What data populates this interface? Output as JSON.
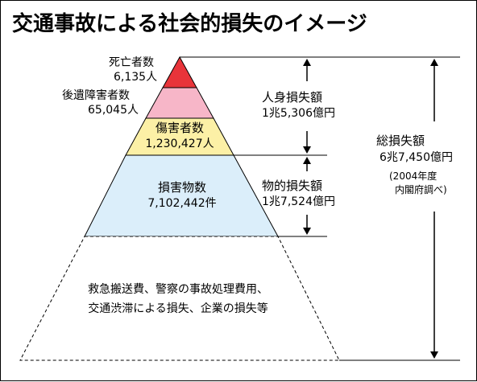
{
  "title": "交通事故による社会的損失のイメージ",
  "pyramid": {
    "levels": [
      {
        "label": "死亡者数",
        "value": "6,135人",
        "color": "#e8343a"
      },
      {
        "label": "後遺障害者数",
        "value": "65,045人",
        "color": "#f7b6c8"
      },
      {
        "label": "傷害者数",
        "value": "1,230,427人",
        "color": "#fcf0a6"
      },
      {
        "label": "損害物数",
        "value": "7,102,442件",
        "color": "#dbeefa"
      },
      {
        "line1": "救急搬送費、警察の事故処理費用、",
        "line2": "交通渋滞による損失、企業の損失等"
      }
    ]
  },
  "brackets": {
    "human": {
      "label": "人身損失額",
      "value": "1兆5,306億円"
    },
    "property": {
      "label": "物的損失額",
      "value": "1兆7,524億円"
    },
    "total": {
      "label": "総損失額",
      "value": "6兆7,450億円"
    }
  },
  "note": {
    "line1": "(2004年度",
    "line2": "内閣府調べ)"
  }
}
